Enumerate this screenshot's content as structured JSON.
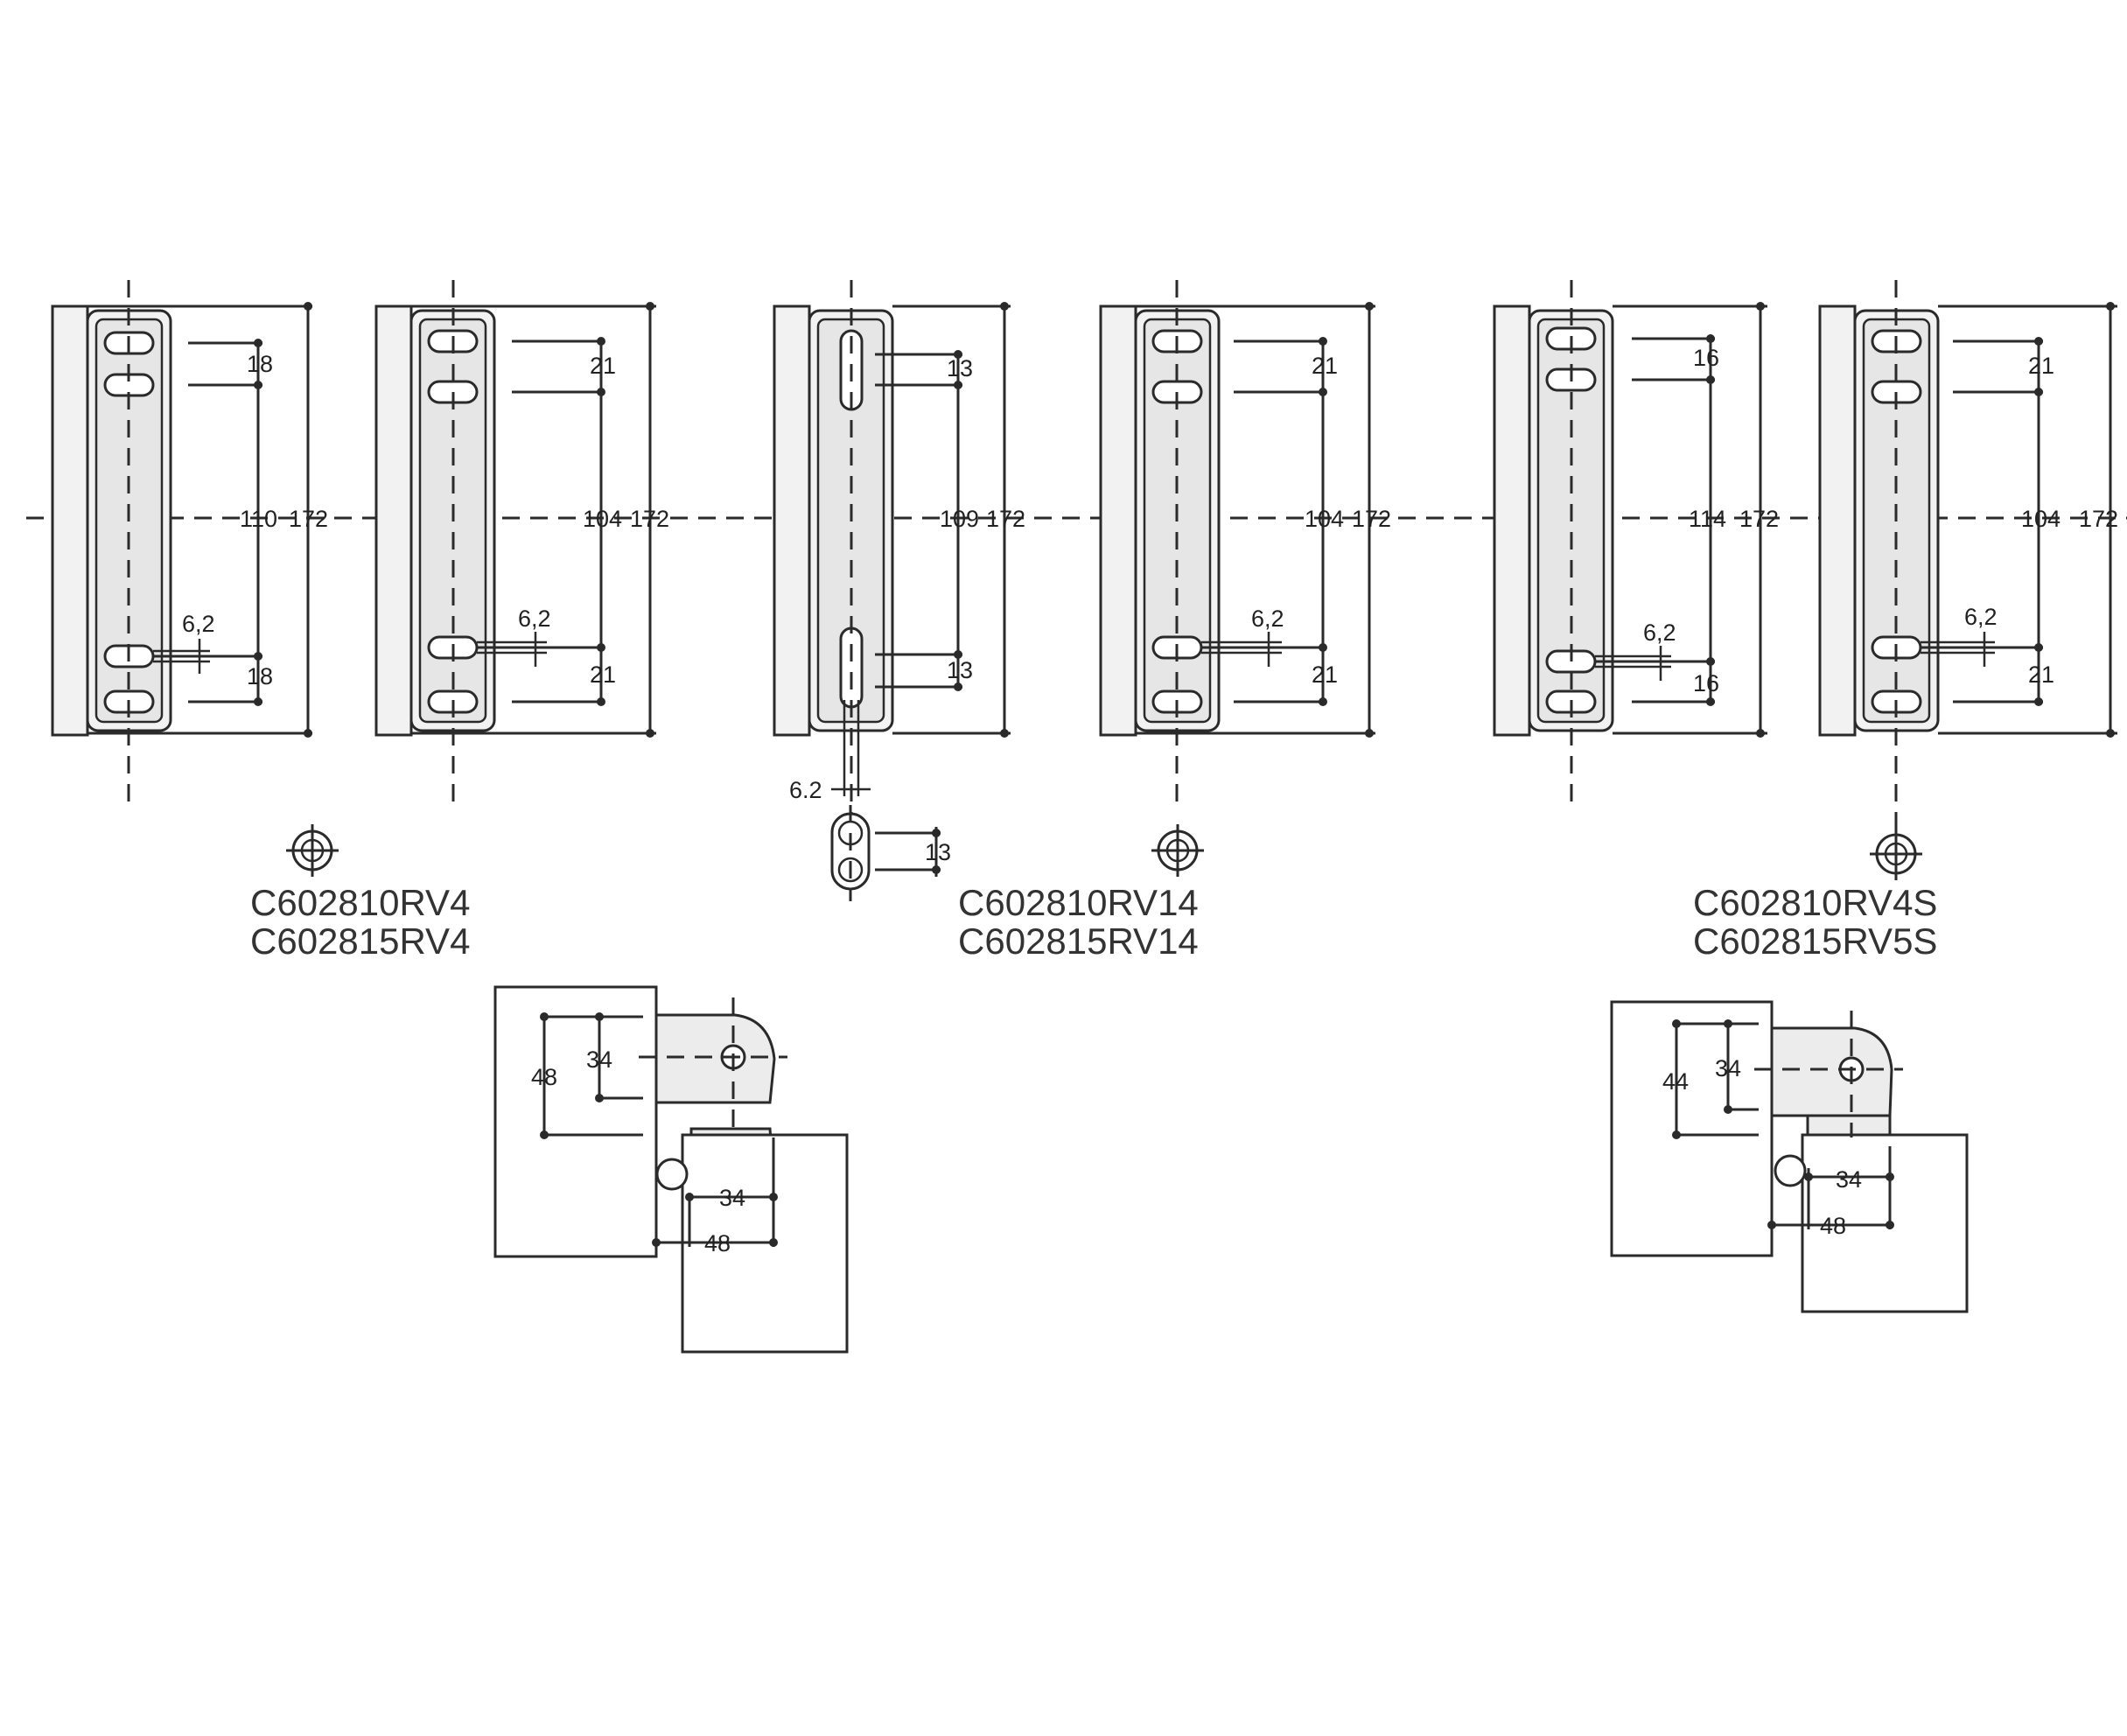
{
  "hinges": [
    {
      "id": "rv4-left",
      "dims": {
        "top": "18",
        "middle": "110",
        "overall": "172",
        "bottom": "18",
        "slot": "6,2"
      }
    },
    {
      "id": "rv4-right",
      "dims": {
        "top": "21",
        "middle": "104",
        "overall": "172",
        "bottom": "21",
        "slot": "6,2"
      }
    },
    {
      "id": "rv14-left",
      "dims": {
        "top": "13",
        "middle": "109",
        "overall": "172",
        "bottom": "13",
        "slot": "6.2"
      }
    },
    {
      "id": "rv14-right",
      "dims": {
        "top": "21",
        "middle": "104",
        "overall": "172",
        "bottom": "21",
        "slot": "6,2"
      }
    },
    {
      "id": "rv4s-left",
      "dims": {
        "top": "16",
        "middle": "114",
        "overall": "172",
        "bottom": "16",
        "slot": "6,2"
      }
    },
    {
      "id": "rv4s-right",
      "dims": {
        "top": "21",
        "middle": "104",
        "overall": "172",
        "bottom": "21",
        "slot": "6,2"
      }
    }
  ],
  "rv14_end_view": {
    "spacing": "13"
  },
  "groups": [
    {
      "line1": "C602810RV4",
      "line2": "C602815RV4"
    },
    {
      "line1": "C602810RV14",
      "line2": "C602815RV14"
    },
    {
      "line1": "C602810RV4S",
      "line2": "C602815RV5S"
    }
  ],
  "plan_views": [
    {
      "outer": "48",
      "inner": "34",
      "lower_inner": "34",
      "lower_outer": "48"
    },
    {
      "outer": "44",
      "inner": "34",
      "lower_inner": "34",
      "lower_outer": "48"
    }
  ]
}
